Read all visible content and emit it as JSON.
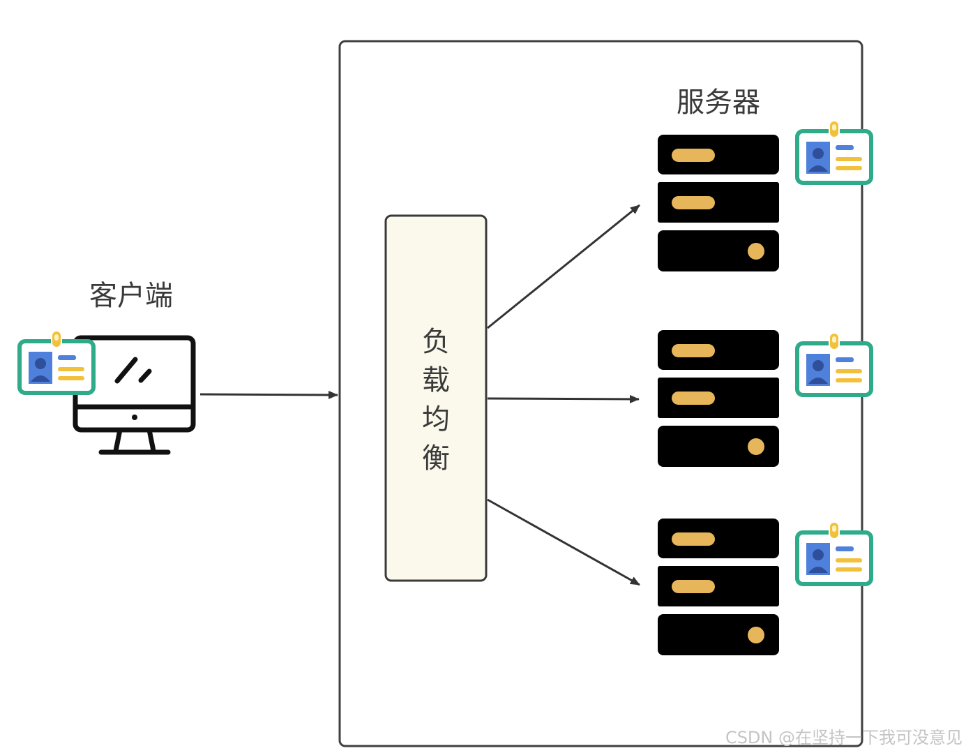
{
  "labels": {
    "client": "客户端",
    "servers": "服务器",
    "load_balancer": [
      "负",
      "载",
      "均",
      "衡"
    ],
    "watermark": "CSDN @在坚持一下我可没意见"
  },
  "colors": {
    "system_border": "#3f3f3f",
    "lb_fill": "#fbf8ec",
    "lb_border": "#3a3a3a",
    "server_body": "#000000",
    "server_light": "#e8b65a",
    "badge_border": "#2fab8a",
    "badge_blue": "#4f80dc",
    "badge_yellow": "#f2c13b",
    "arrow": "#333333",
    "monitor": "#111111"
  },
  "icons": {
    "client": "desktop-monitor-icon",
    "server": "server-rack-icon",
    "identity": "id-badge-icon"
  }
}
